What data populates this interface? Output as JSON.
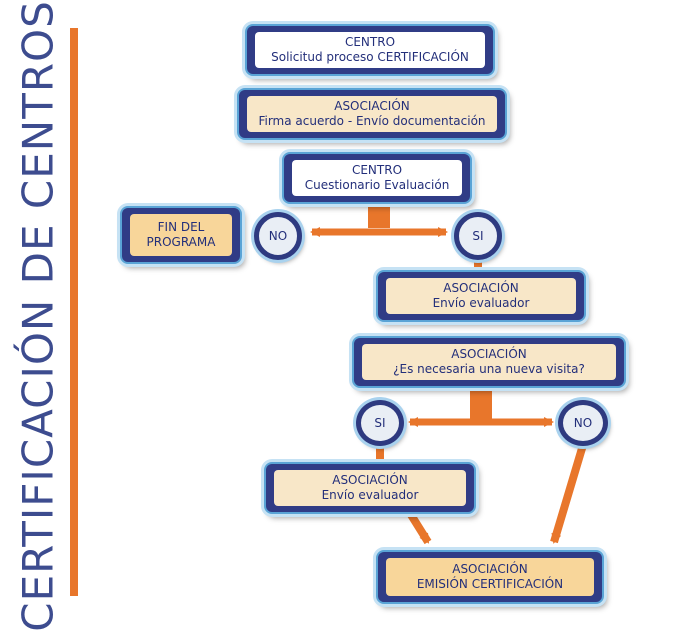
{
  "title": "CERTIFICACIÓN DE CENTROS",
  "colors": {
    "accent": "#e8762b",
    "navy": "#303c86",
    "border": "#5aa4d6"
  },
  "nodes": {
    "n1": {
      "line1": "CENTRO",
      "line2": "Solicitud proceso CERTIFICACIÓN"
    },
    "n2": {
      "line1": "ASOCIACIÓN",
      "line2": "Firma acuerdo - Envío documentación"
    },
    "n3": {
      "line1": "CENTRO",
      "line2": "Cuestionario Evaluación"
    },
    "fin": {
      "line1": "FIN DEL",
      "line2": "PROGRAMA"
    },
    "n4": {
      "line1": "ASOCIACIÓN",
      "line2": "Envío evaluador"
    },
    "n5": {
      "line1": "ASOCIACIÓN",
      "line2": "¿Es necesaria una nueva visita?"
    },
    "n6": {
      "line1": "ASOCIACIÓN",
      "line2": "Envío evaluador"
    },
    "n7": {
      "line1": "ASOCIACIÓN",
      "line2": "EMISIÓN CERTIFICACIÓN"
    }
  },
  "decisions": {
    "no1": "NO",
    "si1": "SI",
    "si2": "SI",
    "no2": "NO"
  }
}
